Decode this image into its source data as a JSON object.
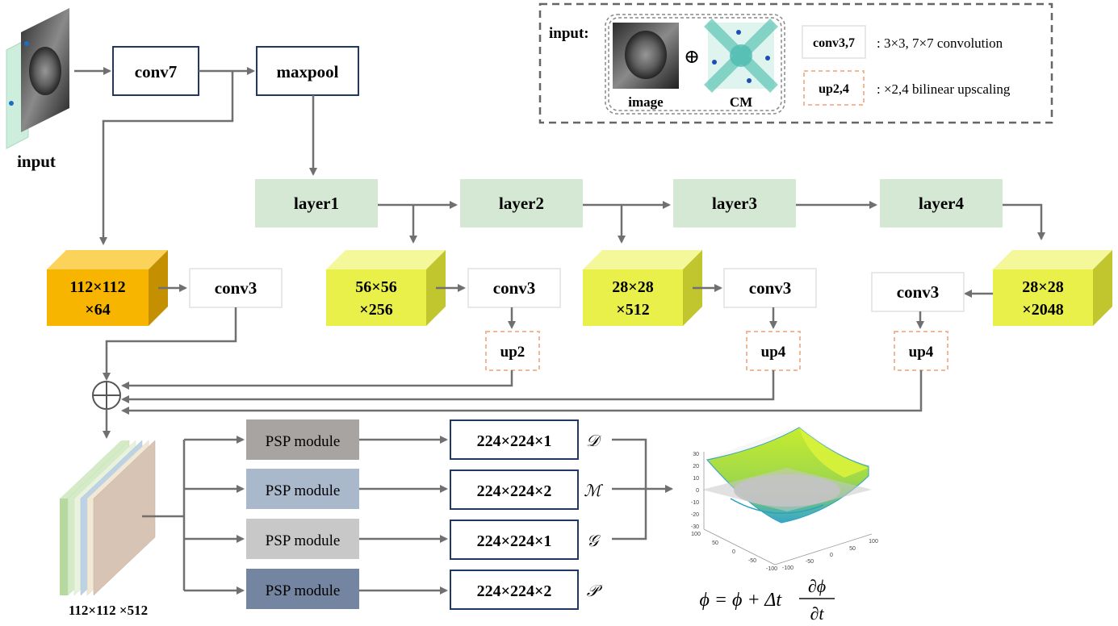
{
  "input_label": "input",
  "stem": {
    "conv7": "conv7",
    "maxpool": "maxpool"
  },
  "layers": [
    "layer1",
    "layer2",
    "layer3",
    "layer4"
  ],
  "feature_blocks": [
    {
      "line1": "112×112",
      "line2": "×64"
    },
    {
      "line1": "56×56",
      "line2": "×256"
    },
    {
      "line1": "28×28",
      "line2": "×512"
    },
    {
      "line1": "28×28",
      "line2": "×2048"
    }
  ],
  "conv3_label": "conv3",
  "upsample": [
    "up2",
    "up4",
    "up4"
  ],
  "concat_symbol": "⊕",
  "stack_label": "112×112 ×512",
  "heads": [
    {
      "module": "PSP module",
      "output": "224×224×1",
      "symbol": "𝒟"
    },
    {
      "module": "PSP module",
      "output": "224×224×2",
      "symbol": "ℳ"
    },
    {
      "module": "PSP module",
      "output": "224×224×1",
      "symbol": "𝒢"
    },
    {
      "module": "PSP module",
      "output": "224×224×2",
      "symbol": "𝒫"
    }
  ],
  "legend": {
    "title": "input:",
    "image_label": "image",
    "cm_label": "CM",
    "plus": "⊕",
    "conv_box": "conv3,7",
    "conv_desc": ": 3×3, 7×7 convolution",
    "up_box": "up2,4",
    "up_desc": ": ×2,4 bilinear upscaling"
  },
  "plot": {
    "z_ticks": [
      "30",
      "20",
      "10",
      "0",
      "-10",
      "-20",
      "-30"
    ],
    "x_ticks": [
      "100",
      "50",
      "0",
      "-50",
      "-100"
    ],
    "y_ticks": [
      "100",
      "50",
      "0",
      "-50",
      "-100"
    ]
  },
  "equation": {
    "lhs": "ϕ = ϕ + Δt",
    "num": "∂ϕ",
    "den": "∂t"
  },
  "colors": {
    "layer": "#d5e8d4",
    "orange": "#f7b500",
    "yellow": "#eaf04a",
    "psp1": "#a8a4a2",
    "psp2": "#aab8cc",
    "psp3": "#c8c8c8",
    "psp4": "#7385a0",
    "navy": "#1f3864",
    "arrow": "#707070",
    "dash": "#f0b896"
  }
}
